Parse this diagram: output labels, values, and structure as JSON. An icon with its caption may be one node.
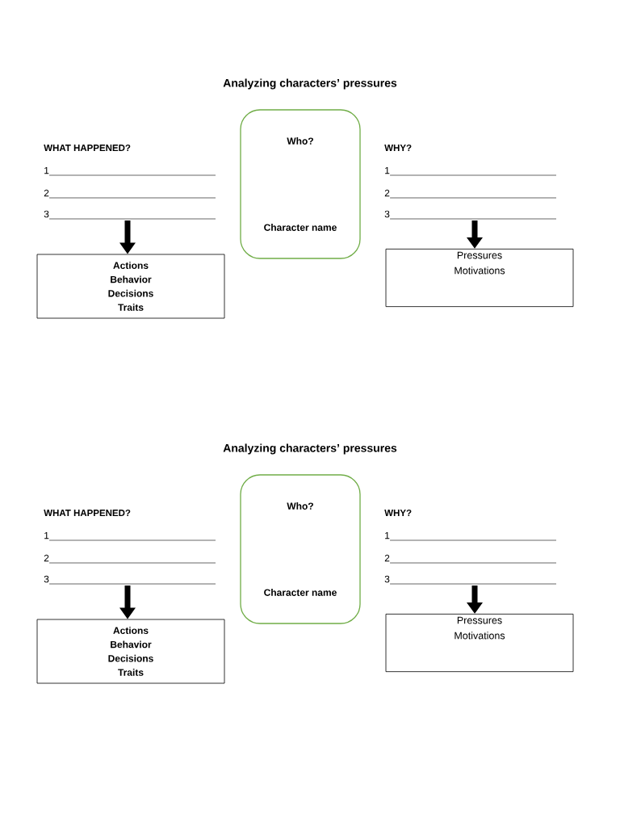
{
  "diagram": {
    "nodes": [
      {
        "text": [
          "Who?",
          "Character name"
        ]
      },
      {
        "text": [
          "Actions",
          "Behavior",
          "Decisions",
          "Traits"
        ]
      },
      {
        "text": [
          "Pressures",
          "Motivations"
        ]
      },
      {
        "text": [
          "Who?",
          "Character name"
        ]
      },
      {
        "text": [
          "Actions",
          "Behavior",
          "Decisions",
          "Traits"
        ]
      },
      {
        "text": [
          "Pressures",
          "Motivations"
        ]
      }
    ],
    "edges": [
      {
        "from": null,
        "to": 1,
        "arrow": "to"
      },
      {
        "from": null,
        "to": 2,
        "arrow": "to"
      },
      {
        "from": null,
        "to": 4,
        "arrow": "to"
      },
      {
        "from": null,
        "to": 5,
        "arrow": "to"
      }
    ],
    "labels": [
      "Analyzing characters’ pressures",
      "WHAT HAPPENED?",
      "WHY?",
      "1",
      "1",
      "2",
      "2",
      "3",
      "3",
      "Analyzing characters’ pressures",
      "WHAT HAPPENED?",
      "WHY?",
      "1",
      "1",
      "2",
      "2",
      "3",
      "3"
    ]
  }
}
